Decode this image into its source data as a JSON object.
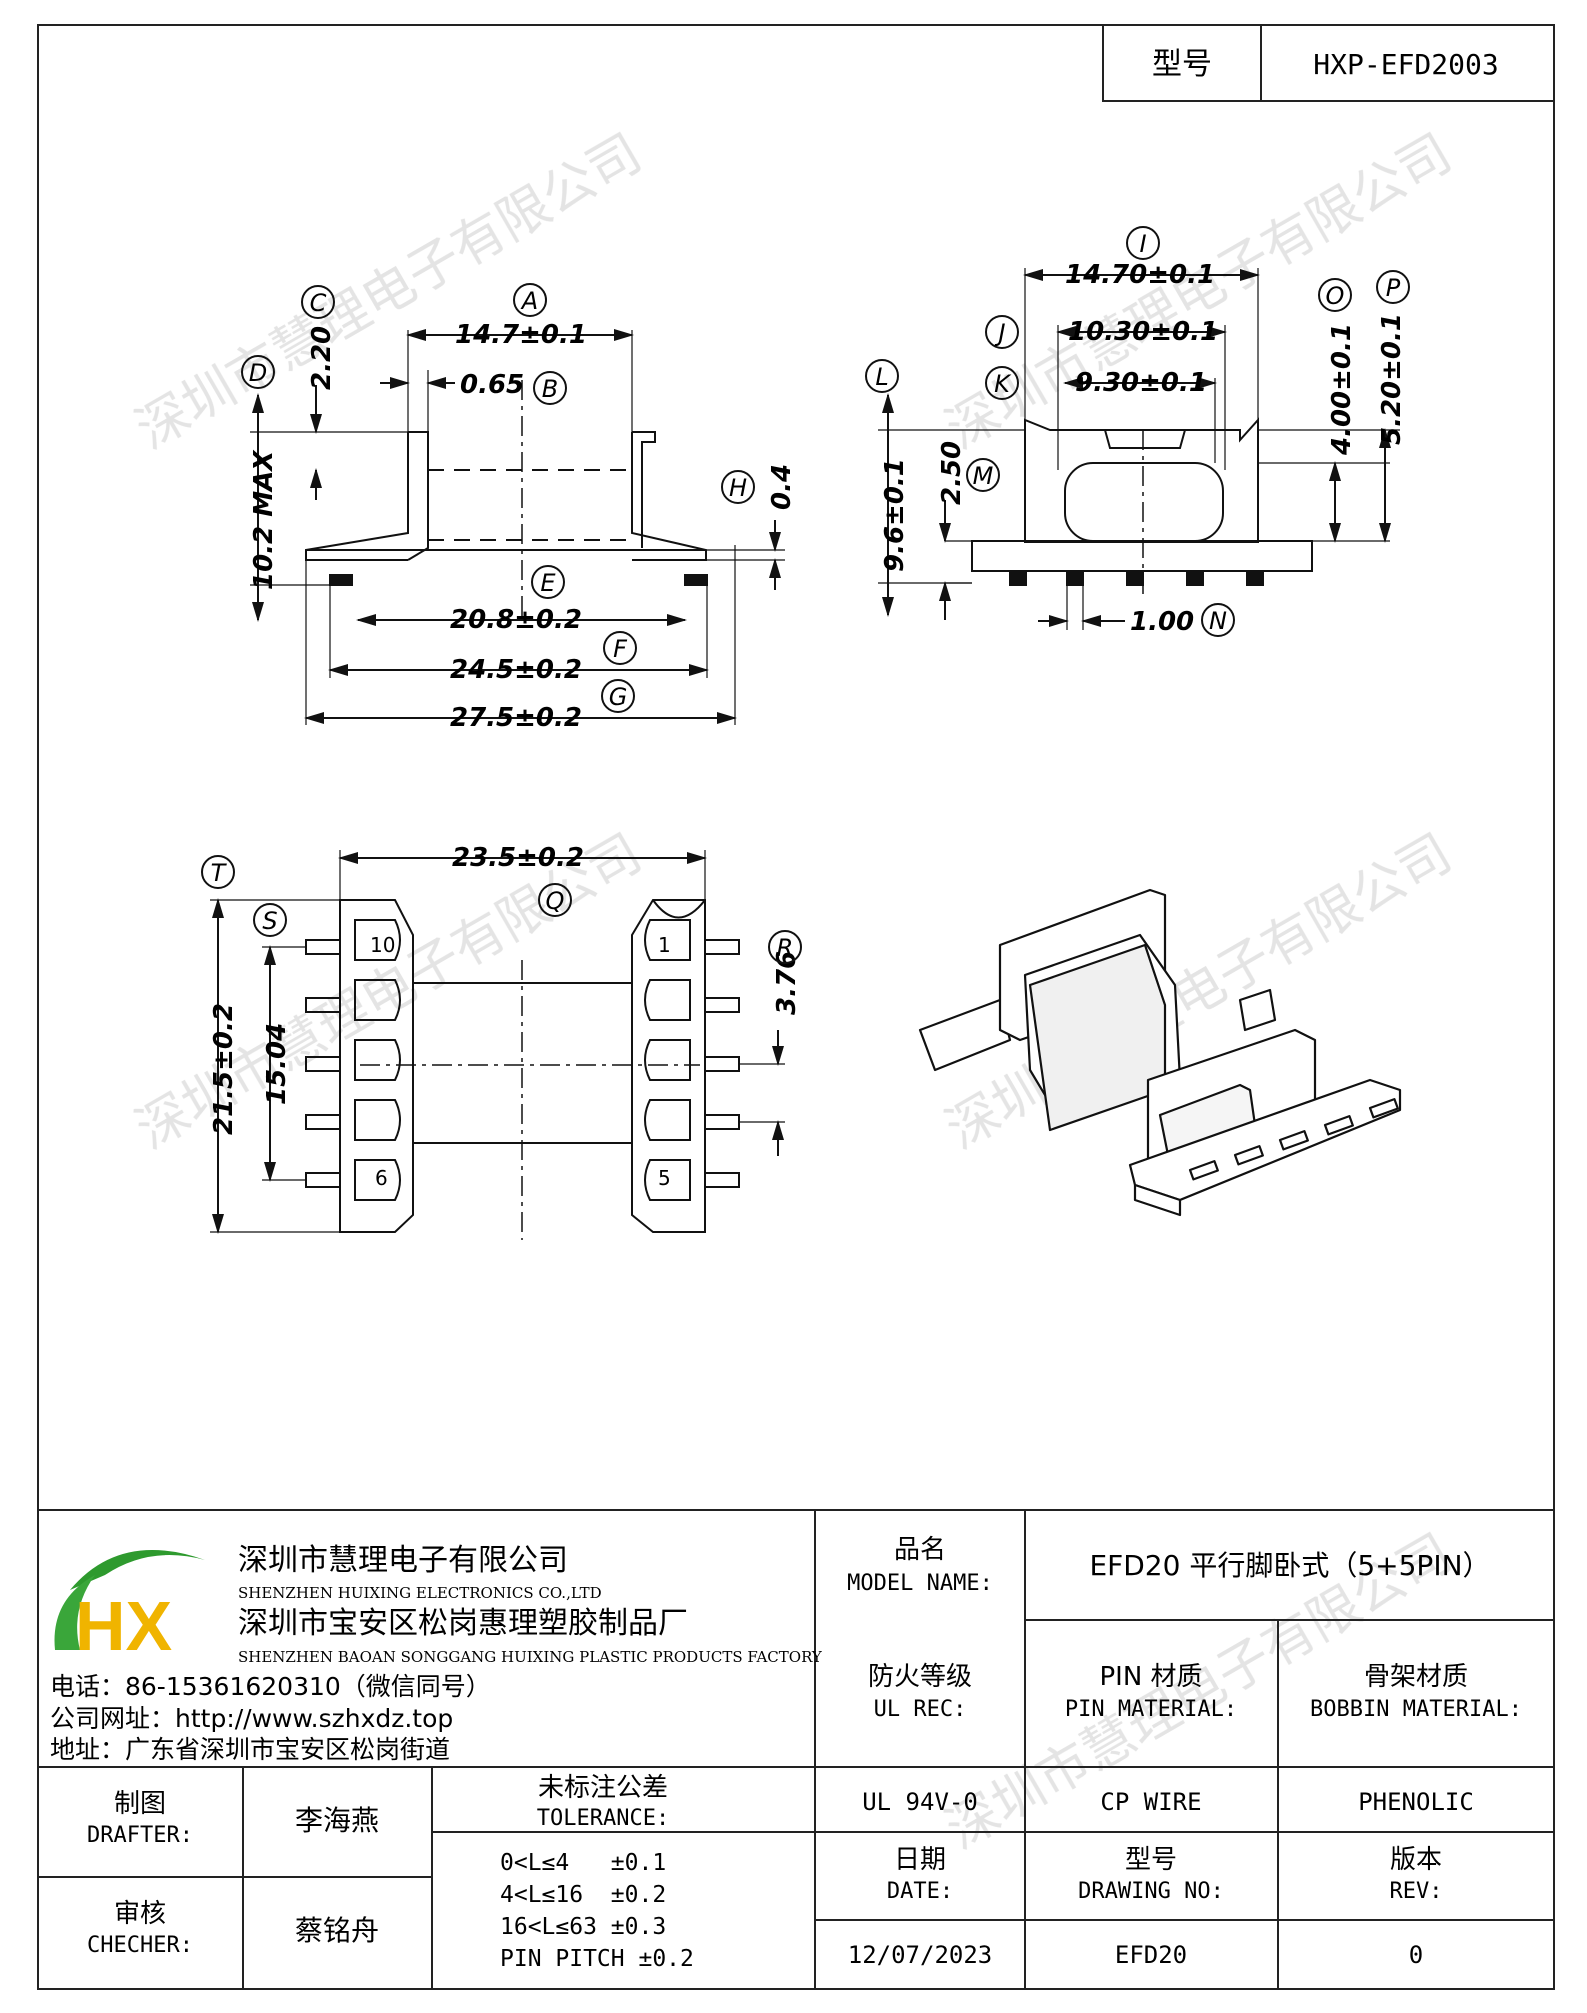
{
  "header": {
    "model_label": "型号",
    "model_value": "HXP-EFD2003"
  },
  "watermark_text": "深圳市慧理电子有限公司",
  "drawing": {
    "front_view": {
      "callouts": [
        "A",
        "B",
        "C",
        "D",
        "E",
        "F",
        "G",
        "H"
      ],
      "dims": {
        "A": "14.7±0.1",
        "B": "0.65",
        "C": "2.20",
        "D": "10.2 MAX",
        "E": "20.8±0.2",
        "F": "24.5±0.2",
        "G": "27.5±0.2",
        "H": "0.4"
      }
    },
    "side_view": {
      "callouts": [
        "I",
        "J",
        "K",
        "L",
        "M",
        "N",
        "O",
        "P"
      ],
      "dims": {
        "I": "14.70±0.1",
        "J": "10.30±0.1",
        "K": "9.30±0.1",
        "L": "9.6±0.1",
        "M": "2.50",
        "N": "1.00",
        "O": "4.00±0.1",
        "P": "5.20±0.1"
      }
    },
    "bottom_view": {
      "callouts": [
        "Q",
        "R",
        "S",
        "T"
      ],
      "dims": {
        "Q": "23.5±0.2",
        "R": "3.76",
        "S": "15.04",
        "T": "21.5±0.2"
      },
      "pin_numbers": [
        "10",
        "6",
        "1",
        "5"
      ]
    }
  },
  "title_block": {
    "company_cn": "深圳市慧理电子有限公司",
    "company_en": "SHENZHEN HUIXING ELECTRONICS CO.,LTD",
    "factory_cn": "深圳市宝安区松岗惠理塑胶制品厂",
    "factory_en": "SHENZHEN BAOAN SONGGANG HUIXING PLASTIC PRODUCTS FACTORY",
    "phone": "电话：86-15361620310（微信同号）",
    "website": "公司网址：http://www.szhxdz.top",
    "address": "地址：广东省深圳市宝安区松岗街道",
    "logo_letters": "HX",
    "model_name_cn": "品名",
    "model_name_en": "MODEL NAME:",
    "model_name_value": "EFD20 平行脚卧式（5+5PIN）",
    "fire_cn": "防火等级",
    "fire_en": "UL REC:",
    "pin_mat_cn": "PIN 材质",
    "pin_mat_en": "PIN MATERIAL:",
    "bobbin_mat_cn": "骨架材质",
    "bobbin_mat_en": "BOBBIN MATERIAL:",
    "fire_value": "UL 94V-0",
    "pin_mat_value": "CP WIRE",
    "bobbin_mat_value": "PHENOLIC",
    "drafter_cn": "制图",
    "drafter_en": "DRAFTER:",
    "drafter_name": "李海燕",
    "checker_cn": "审核",
    "checker_en": "CHECHER:",
    "checker_name": "蔡铭舟",
    "tolerance_cn": "未标注公差",
    "tolerance_en": "TOLERANCE:",
    "tolerance_lines": [
      "0<L≤4   ±0.1",
      "4<L≤16  ±0.2",
      "16<L≤63 ±0.3",
      "PIN PITCH ±0.2"
    ],
    "date_cn": "日期",
    "date_en": "DATE:",
    "drawing_no_cn": "型号",
    "drawing_no_en": "DRAWING NO:",
    "rev_cn": "版本",
    "rev_en": "REV:",
    "date_value": "12/07/2023",
    "drawing_no_value": "EFD20",
    "rev_value": "0"
  }
}
